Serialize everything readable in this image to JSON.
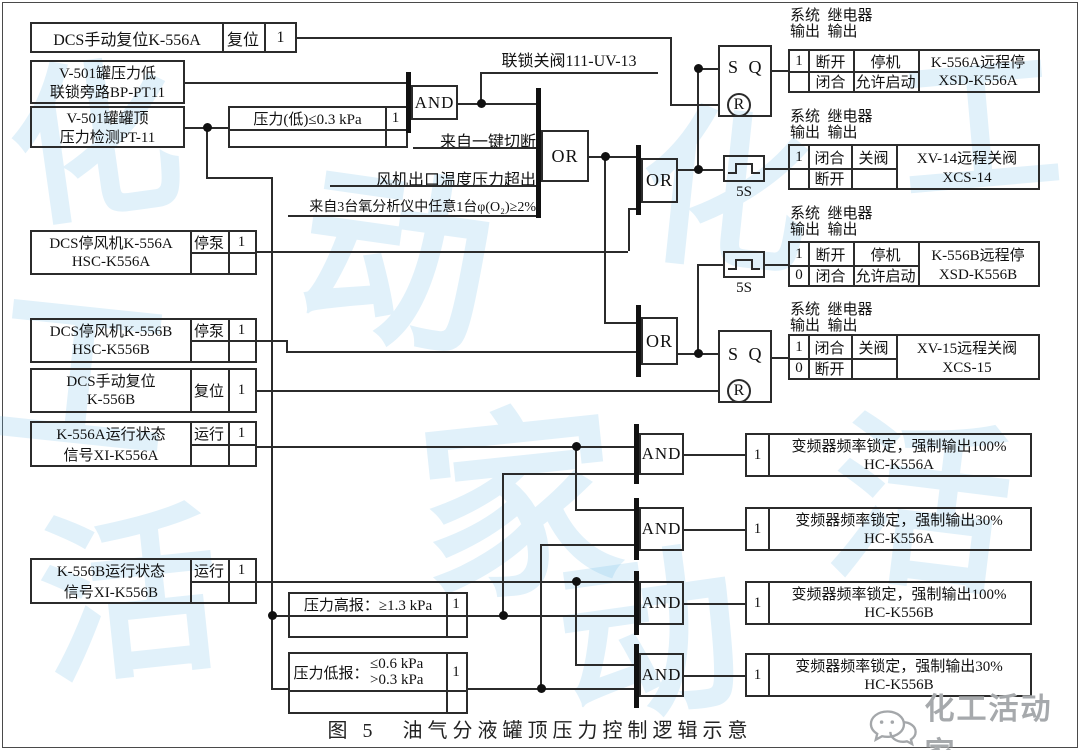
{
  "inputs": {
    "reset_a": {
      "label": "DCS手动复位K-556A",
      "tag": "复位",
      "value": "1"
    },
    "bypass": {
      "line1": "V-501罐压力低",
      "line2": "联锁旁路BP-PT11"
    },
    "pt11": {
      "line1": "V-501罐罐顶",
      "line2": "压力检测PT-11"
    },
    "stop_a": {
      "line1": "DCS停风机K-556A",
      "line2": "HSC-K556A",
      "tag": "停泵",
      "value": "1"
    },
    "stop_b": {
      "line1": "DCS停风机K-556B",
      "line2": "HSC-K556B",
      "tag": "停泵",
      "value": "1"
    },
    "reset_b": {
      "line1": "DCS手动复位",
      "line2": "K-556B",
      "tag": "复位",
      "value": "1"
    },
    "run_a": {
      "line1": "K-556A运行状态",
      "line2": "信号XI-K556A",
      "tag": "运行",
      "value": "1"
    },
    "run_b": {
      "line1": "K-556B运行状态",
      "line2": "信号XI-K556B",
      "tag": "运行",
      "value": "1"
    }
  },
  "comparators": {
    "low_trip": {
      "label": "压力(低)≤0.3 kPa",
      "value": "1"
    },
    "high_alarm": {
      "label": "压力高报：≥1.3 kPa",
      "value": "1"
    },
    "low_alarm": {
      "label": "压力低报：",
      "cond1": "≤0.6 kPa",
      "cond2": ">0.3 kPa",
      "value": "1"
    }
  },
  "annotations": {
    "interlock_valve": "联锁关阀111-UV-13",
    "or_in2": "来自一键切断",
    "or_in3": "风机出口温度压力超出",
    "or_in4": "来自3台氧分析仪中任意1台φ(O₂)≥2%"
  },
  "gates": {
    "and_top": "AND",
    "or1": "OR",
    "or2": "OR",
    "or3": "OR",
    "and1": "AND",
    "and2": "AND",
    "and3": "AND",
    "and4": "AND"
  },
  "latch": {
    "s": "S",
    "q": "Q",
    "r": "R"
  },
  "timers": {
    "t1": "5S",
    "t2": "5S"
  },
  "table_header": {
    "line1": "系统  继电器",
    "line2": "输出  输出"
  },
  "tables": {
    "xsd_a": {
      "rows": [
        [
          "1",
          "断开",
          "停机"
        ],
        [
          "",
          "闭合",
          "允许启动"
        ]
      ],
      "name1": "K-556A远程停",
      "name2": "XSD-K556A"
    },
    "xcs14": {
      "rows": [
        [
          "1",
          "闭合",
          "关阀"
        ],
        [
          "",
          "断开",
          ""
        ]
      ],
      "name1": "XV-14远程关阀",
      "name2": "XCS-14"
    },
    "xsd_b": {
      "rows": [
        [
          "1",
          "断开",
          "停机"
        ],
        [
          "0",
          "闭合",
          "允许启动"
        ]
      ],
      "name1": "K-556B远程停",
      "name2": "XSD-K556B"
    },
    "xcs15": {
      "rows": [
        [
          "1",
          "闭合",
          "关阀"
        ],
        [
          "0",
          "断开",
          ""
        ]
      ],
      "name1": "XV-15远程关阀",
      "name2": "XCS-15"
    }
  },
  "outputs": [
    {
      "value": "1",
      "line1": "变频器频率锁定，强制输出100%",
      "line2": "HC-K556A"
    },
    {
      "value": "1",
      "line1": "变频器频率锁定，强制输出30%",
      "line2": "HC-K556A"
    },
    {
      "value": "1",
      "line1": "变频器频率锁定，强制输出100%",
      "line2": "HC-K556B"
    },
    {
      "value": "1",
      "line1": "变频器频率锁定，强制输出30%",
      "line2": "HC-K556B"
    }
  ],
  "caption": "图 5　油气分液罐顶压力控制逻辑示意",
  "brand": {
    "logo_text": "化工活动家"
  },
  "watermark": {
    "chars": [
      "化",
      "工",
      "活",
      "动",
      "家",
      "化",
      "工",
      "活",
      "动"
    ]
  }
}
